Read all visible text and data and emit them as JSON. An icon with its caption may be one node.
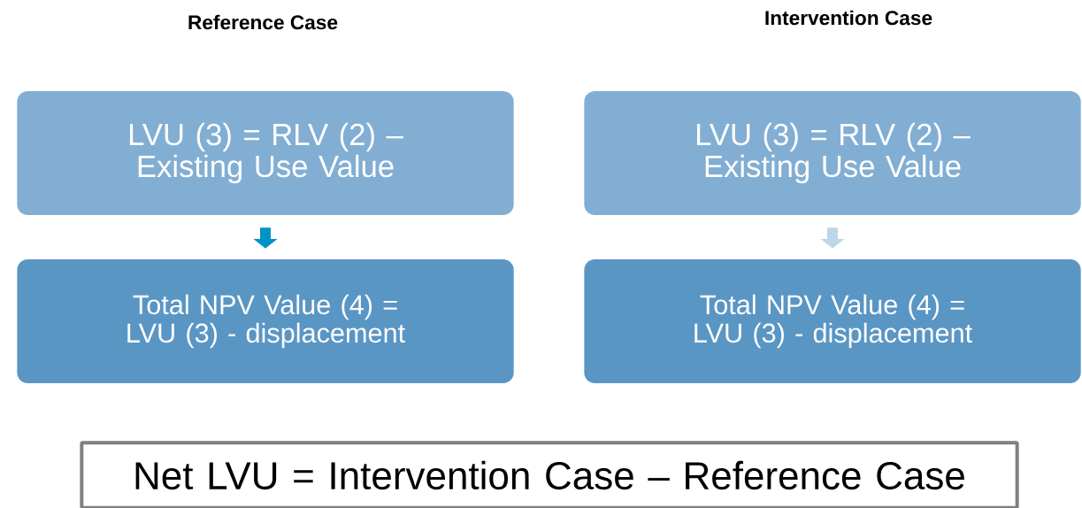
{
  "diagram": {
    "nodes": [
      {
        "text": [
          "LVU (3) = RLV (2) – Existing Use Value"
        ]
      },
      {
        "text": [
          "Total NPV Value (4) = LVU (3) - displacement"
        ]
      },
      {
        "text": [
          "LVU (3) = RLV (2) – Existing Use Value"
        ]
      },
      {
        "text": [
          "Total NPV Value (4) = LVU (3) - displacement"
        ]
      },
      {
        "text": [
          "Net LVU = Intervention Case – Reference Case"
        ]
      }
    ],
    "edges": [
      {
        "from": 0,
        "to": 1,
        "arrow": "to",
        "color": "#0093c6"
      },
      {
        "from": 2,
        "to": 3,
        "arrow": "to",
        "color": "#bdd7ea"
      }
    ],
    "labels": [
      "Reference Case",
      "Intervention Case"
    ]
  }
}
